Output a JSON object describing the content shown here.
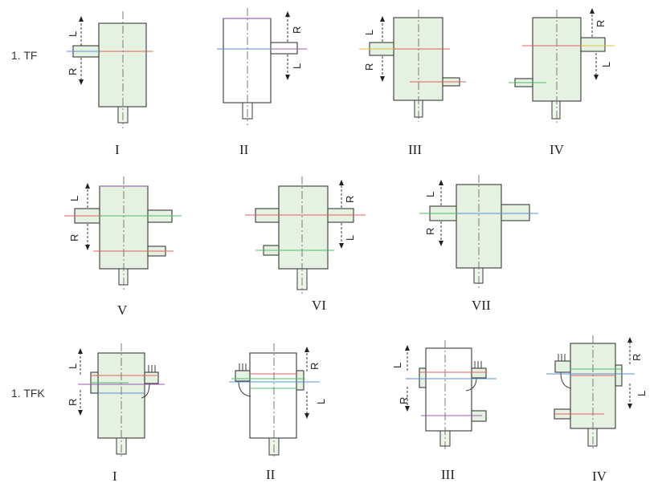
{
  "rows": {
    "tf_label": "1.  TF",
    "tfk_label": "1.  TFK"
  },
  "direction_labels": {
    "left": "L",
    "right": "R"
  },
  "tf_variants": [
    "I",
    "II",
    "III",
    "IV",
    "V",
    "VI",
    "VII"
  ],
  "tfk_variants": [
    "I",
    "II",
    "III",
    "IV"
  ],
  "colors": {
    "line": "#3a3a3a",
    "case_fill": "#e6f2e1",
    "axis_red": "#e06060",
    "axis_blue": "#5a8fd8",
    "axis_green": "#4cbf6a",
    "axis_purple": "#9b59b6",
    "axis_yellow": "#d8c23a"
  }
}
